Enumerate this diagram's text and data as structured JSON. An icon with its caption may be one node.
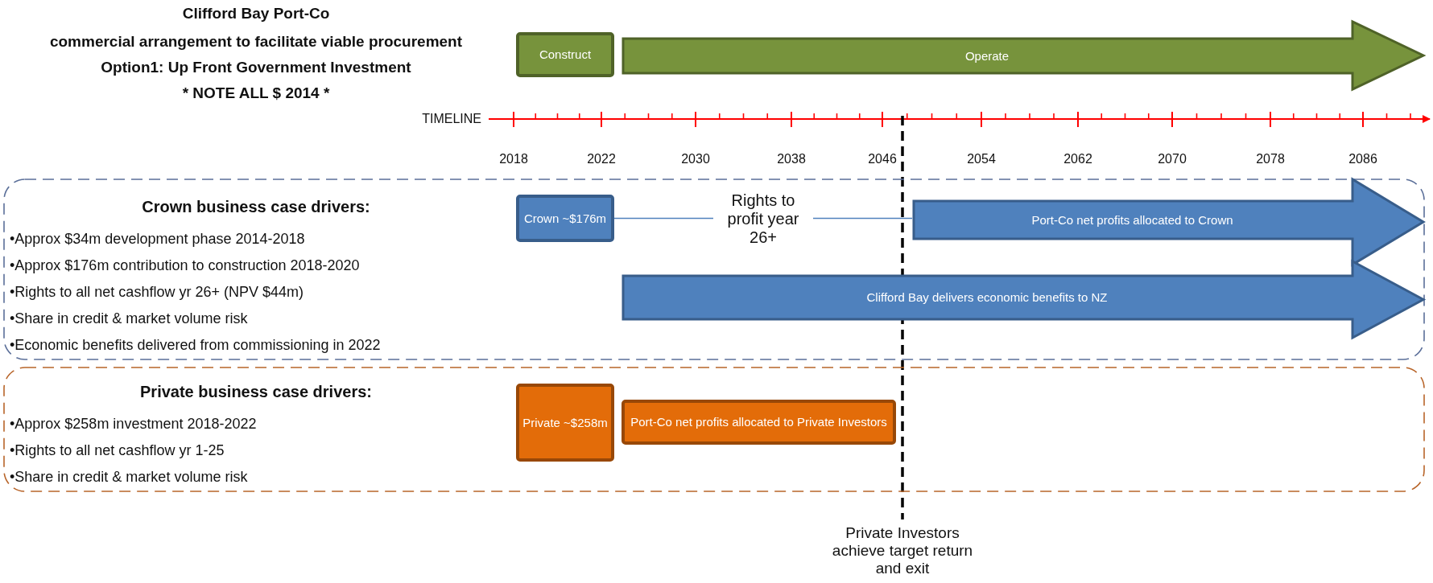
{
  "diagram": {
    "title": "Clifford Bay Port-Co",
    "nodes": [
      {
        "text": [
          "Construct"
        ]
      },
      {
        "text": [
          "Operate"
        ]
      },
      {
        "text": [
          "Crown business case drivers:",
          "•Approx $34m development phase 2014-2018",
          "•Approx $176m contribution to construction 2018-2020",
          "•Rights to all net cashflow yr 26+ (NPV $44m)",
          "•Share in credit & market volume risk",
          "•Economic benefits delivered from commissioning in 2022"
        ]
      },
      {
        "text": [
          "Crown ~$176m"
        ],
        "in": 2
      },
      {
        "text": [
          "Port-Co net profits allocated to Crown"
        ],
        "in": 2
      },
      {
        "text": [
          "Clifford Bay delivers economic benefits to NZ"
        ],
        "in": 2
      },
      {
        "text": [
          "Private business case drivers:",
          "•Approx $258m investment 2018-2022",
          "•Rights to all net cashflow yr 1-25",
          "•Share in credit & market volume risk"
        ]
      },
      {
        "text": [
          "Private ~$258m"
        ],
        "in": 6
      },
      {
        "text": [
          "Port-Co net profits allocated to Private Investors"
        ],
        "in": 6
      }
    ],
    "edges": [
      {
        "from": 3,
        "to": 4,
        "arrow": "none",
        "label": "Rights to profit year 26+"
      }
    ],
    "labels": [
      "commercial arrangement to facilitate viable procurement",
      "Option1: Up Front Government Investment",
      "* NOTE ALL $ 2014 *",
      "TIMELINE",
      "2018",
      "2022",
      "2030",
      "2038",
      "2046",
      "2054",
      "2062",
      "2070",
      "2078",
      "2086",
      "Private Investors achieve target return and exit"
    ]
  }
}
